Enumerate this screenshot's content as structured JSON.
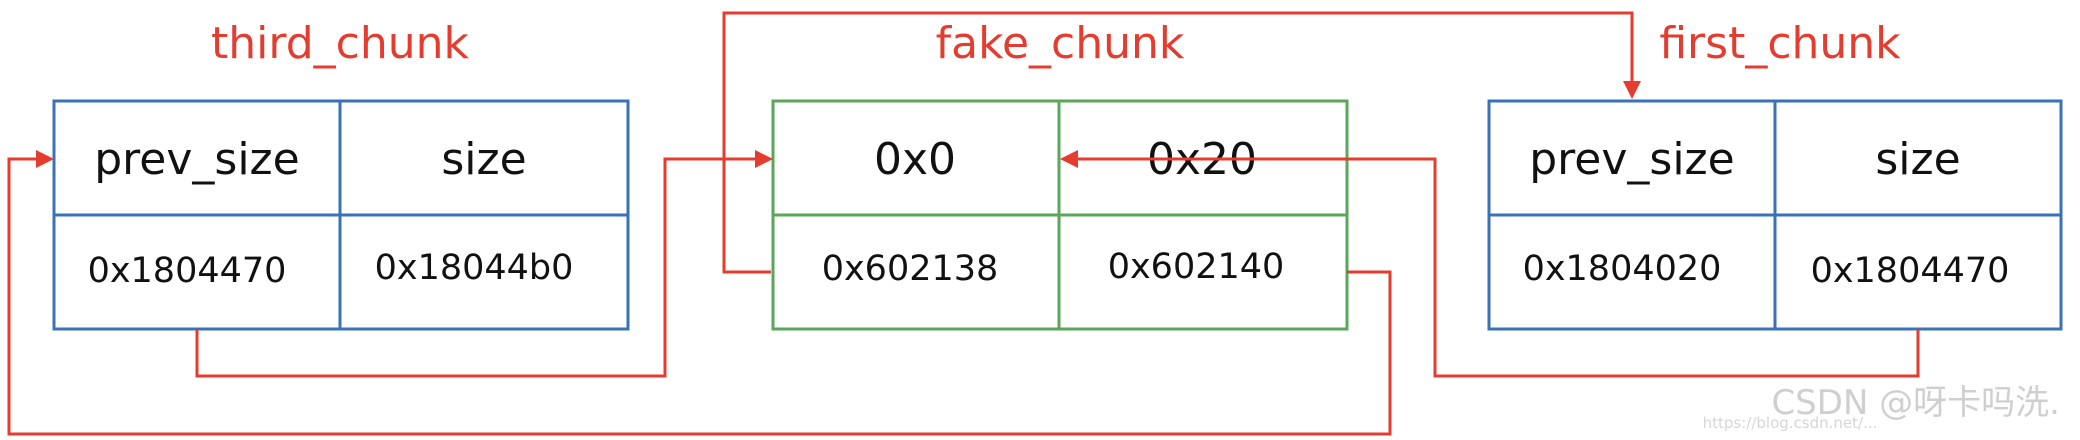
{
  "colors": {
    "title": "#e43d30",
    "arrow": "#e43d30",
    "blue_border": "#3a72b8",
    "green_border": "#5aa65a"
  },
  "chunks": {
    "third": {
      "title": "third_chunk",
      "cells": [
        "prev_size",
        "size",
        "0x1804470",
        "0x18044b0"
      ]
    },
    "fake": {
      "title": "fake_chunk",
      "cells": [
        "0x0",
        "0x20",
        "0x602138",
        "0x602140"
      ]
    },
    "first": {
      "title": "first_chunk",
      "cells": [
        "prev_size",
        "size",
        "0x1804020",
        "0x1804470"
      ]
    }
  },
  "watermark": {
    "text": "CSDN @呀卡吗洗.",
    "sub": "https://blog.csdn.net/..."
  }
}
